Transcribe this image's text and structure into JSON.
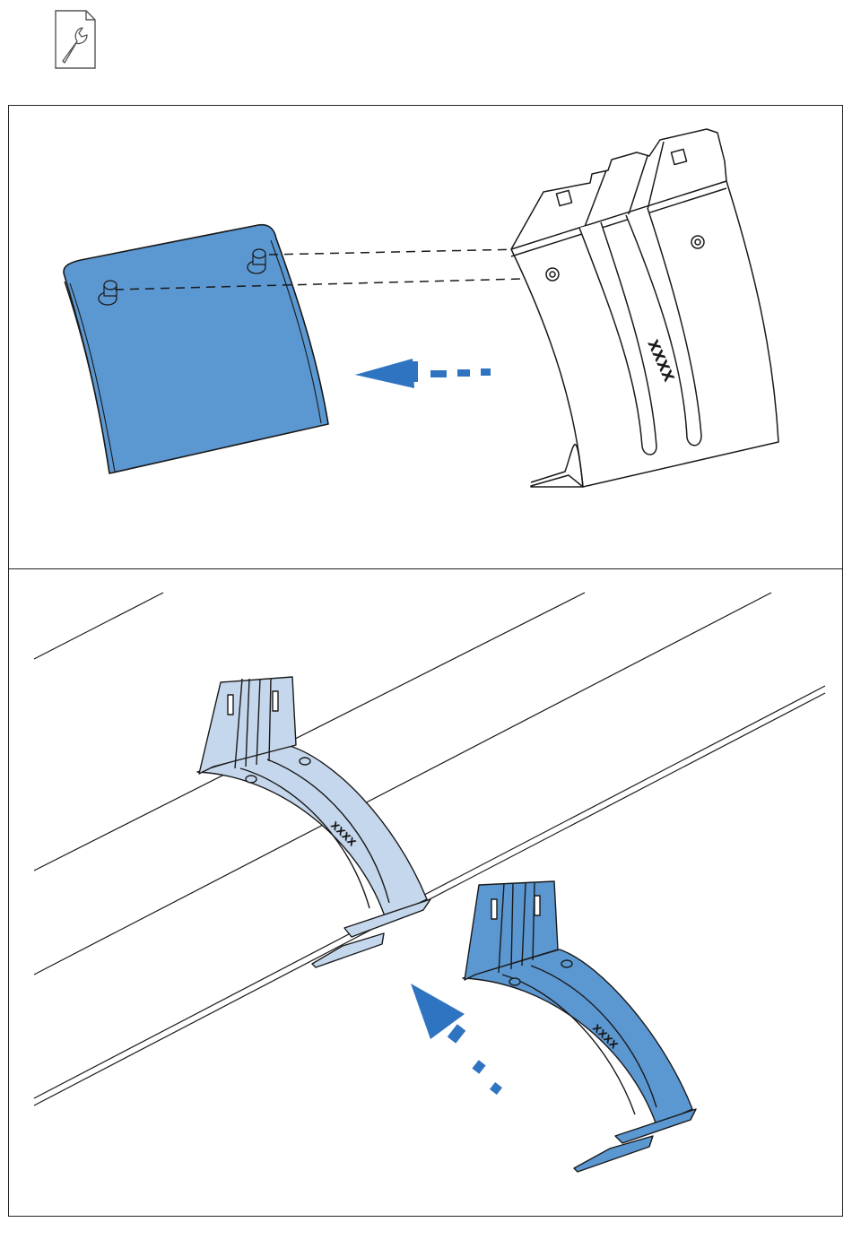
{
  "header": {
    "icon": "wrench-document-icon"
  },
  "step1": {
    "part_marking": "XXXX"
  },
  "step2": {
    "installed_marking": "XXXX",
    "new_marking": "XXXX"
  },
  "colors": {
    "accent": "#5b97d1",
    "accent_dark": "#2f74c0",
    "light_blue": "#c5d7ec",
    "line": "#1a1a1a"
  }
}
